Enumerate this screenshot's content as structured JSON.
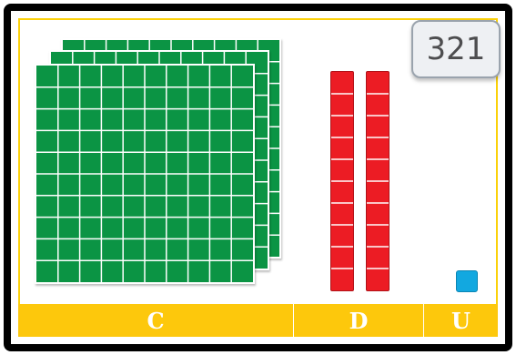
{
  "number_card": {
    "value": "321"
  },
  "blocks": {
    "hundreds": 3,
    "tens": 2,
    "units": 1
  },
  "colors": {
    "hundreds": "#0b9444",
    "tens": "#ec1c24",
    "units": "#12a8e0",
    "label_bar": "#fdc80c"
  },
  "place_value_labels": {
    "hundreds": "C",
    "tens": "D",
    "units": "U"
  }
}
